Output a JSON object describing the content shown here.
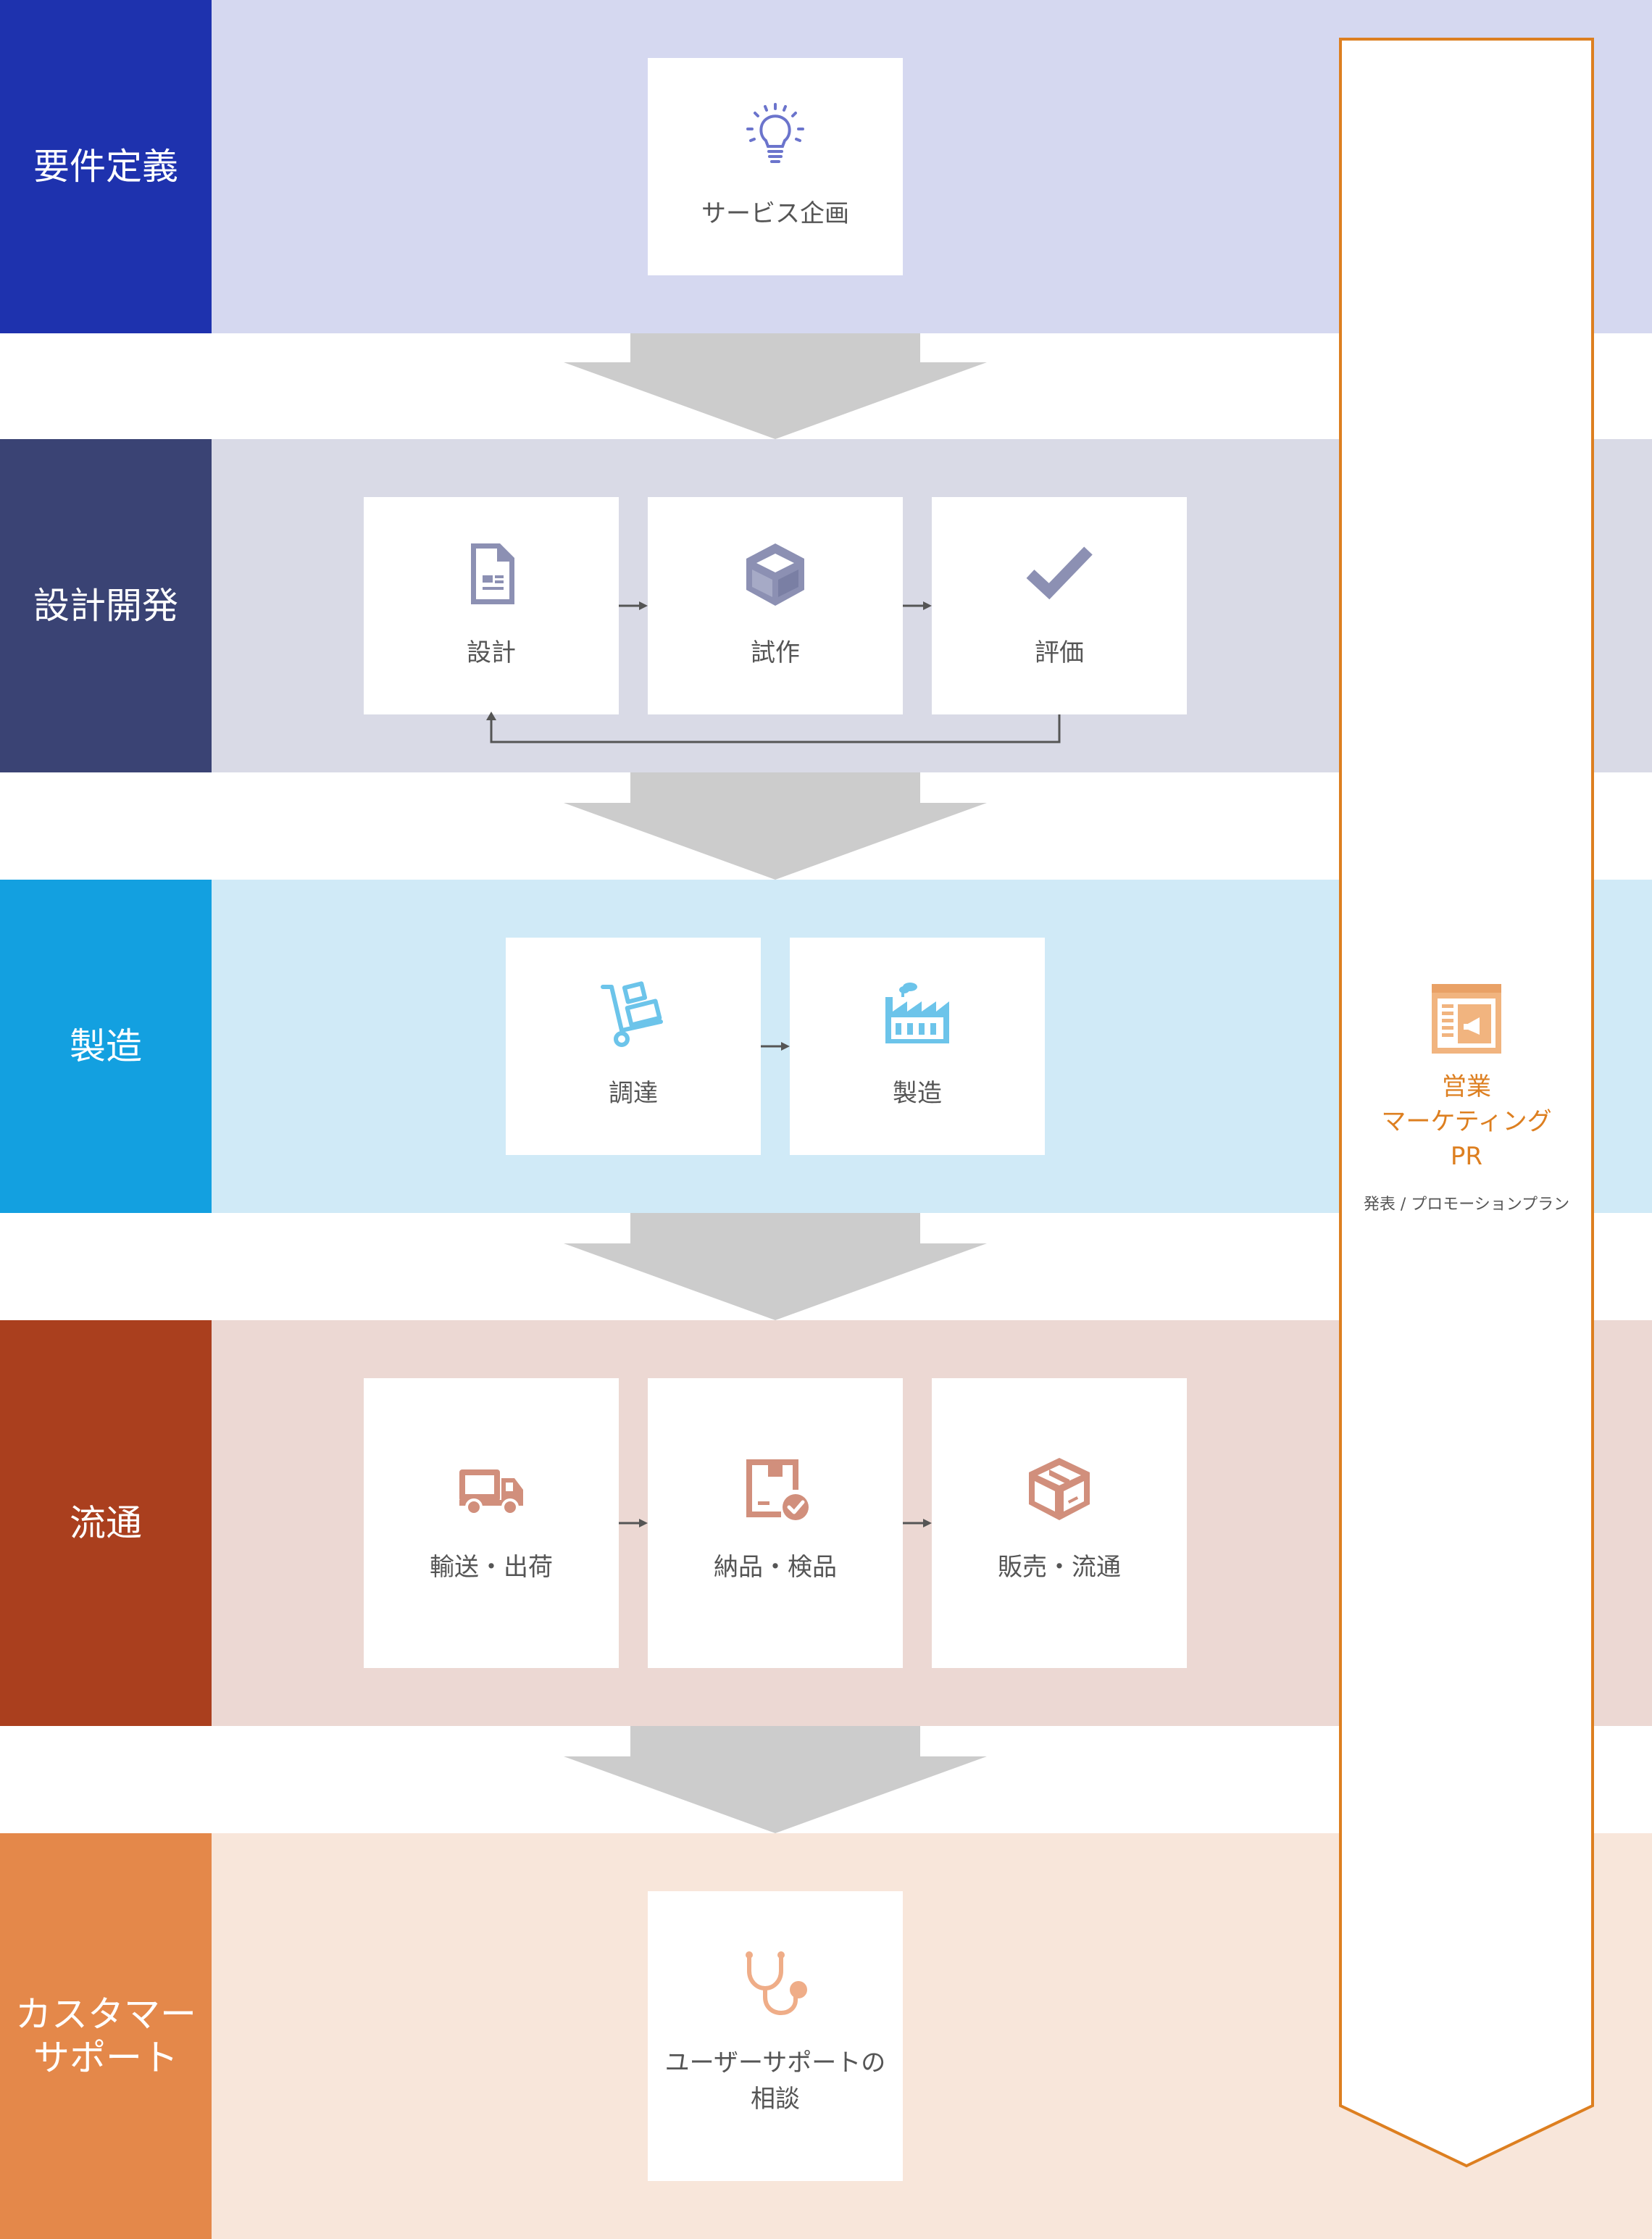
{
  "colors": {
    "req_label": "#1e32ae",
    "req_bg": "#d5d8f0",
    "dev_label": "#3a4374",
    "dev_bg": "#d9dae6",
    "mfg_label": "#13a0e0",
    "mfg_bg": "#d0eaf7",
    "dist_label": "#aa3f1e",
    "dist_bg": "#ecd8d3",
    "cs_label": "#e4884a",
    "cs_bg": "#f8e6da",
    "flow_arrow": "#cccccc",
    "sales_accent": "#dd7f20"
  },
  "stages": {
    "requirements": {
      "label": "要件定義",
      "cards": [
        {
          "icon": "lightbulb-icon",
          "caption": "サービス企画"
        }
      ]
    },
    "design": {
      "label": "設計開発",
      "cards": [
        {
          "icon": "document-icon",
          "caption": "設計"
        },
        {
          "icon": "box-icon",
          "caption": "試作"
        },
        {
          "icon": "checkmark-icon",
          "caption": "評価"
        }
      ]
    },
    "manufacturing": {
      "label": "製造",
      "cards": [
        {
          "icon": "hand-truck-icon",
          "caption": "調達"
        },
        {
          "icon": "factory-icon",
          "caption": "製造"
        }
      ]
    },
    "distribution": {
      "label": "流通",
      "cards": [
        {
          "icon": "truck-icon",
          "caption": "輸送・出荷"
        },
        {
          "icon": "package-check-icon",
          "caption": "納品・検品"
        },
        {
          "icon": "parcel-box-icon",
          "caption": "販売・流通"
        }
      ]
    },
    "support": {
      "label": "カスタマー\nサポート",
      "cards": [
        {
          "icon": "stethoscope-icon",
          "caption": "ユーザーサポートの\n相談"
        }
      ]
    }
  },
  "sales": {
    "icon": "promotion-icon",
    "title": "営業\nマーケティング\nPR",
    "subtitle": "発表 / プロモーションプラン"
  }
}
